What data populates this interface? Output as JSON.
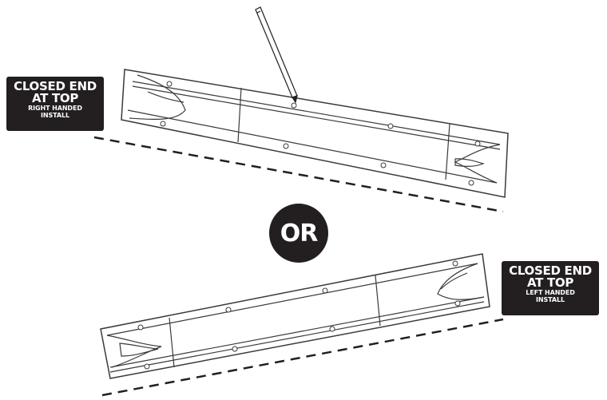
{
  "labels": {
    "right": {
      "line1": "CLOSED END",
      "line2": "AT TOP",
      "line3": "RIGHT HANDED",
      "line4": "INSTALL"
    },
    "left": {
      "line1": "CLOSED END",
      "line2": "AT TOP",
      "line3": "LEFT HANDED",
      "line4": "INSTALL"
    }
  },
  "or_text": "OR",
  "colors": {
    "ink": "#231f20",
    "line": "#3a3a3a",
    "fill": "#ffffff"
  }
}
